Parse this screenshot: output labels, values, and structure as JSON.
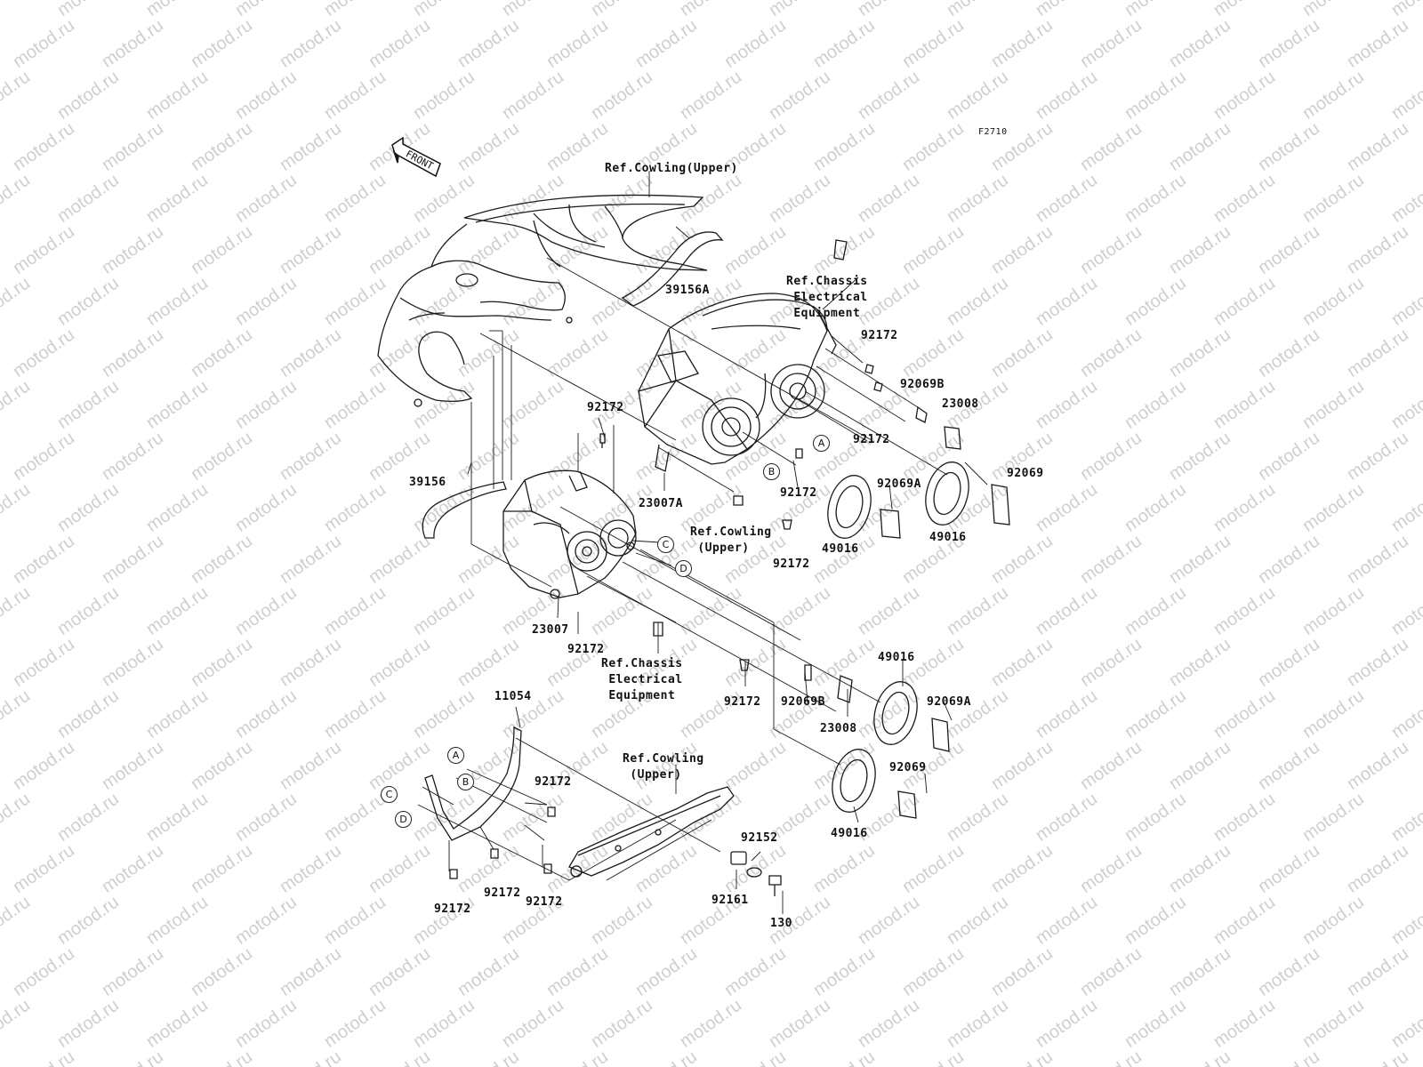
{
  "watermark": "motod.ru",
  "diagram_id": "F2710",
  "front_label": "FRONT",
  "letters": [
    "A",
    "B",
    "C",
    "D"
  ],
  "ref": {
    "cowling_upper_top": "Ref.Cowling(Upper)",
    "chassis_top": "Ref.Chassis\n Electrical\n Equipment",
    "cowling_upper_mid": "Ref.Cowling\n (Upper)",
    "chassis_mid": "Ref.Chassis\n Electrical\n Equipment",
    "cowling_upper_bottom": "Ref.Cowling\n (Upper)"
  },
  "parts": {
    "p39156A": "39156A",
    "p39156": "39156",
    "p92172_a": "92172",
    "p92172_b": "92172",
    "p92172_c": "92172",
    "p92172_d": "92172",
    "p92172_e": "92172",
    "p92172_f": "92172",
    "p92172_g": "92172",
    "p92172_h": "92172",
    "p92172_i": "92172",
    "p92172_j": "92172",
    "p92172_k": "92172",
    "p92069B_a": "92069B",
    "p92069B_b": "92069B",
    "p23008_a": "23008",
    "p23008_b": "23008",
    "p92069A_a": "92069A",
    "p92069A_b": "92069A",
    "p92069_a": "92069",
    "p92069_b": "92069",
    "p49016_a": "49016",
    "p49016_b": "49016",
    "p49016_c": "49016",
    "p49016_d": "49016",
    "p23007A": "23007A",
    "p23007": "23007",
    "p11054": "11054",
    "p92152": "92152",
    "p92161": "92161",
    "p130": "130"
  }
}
